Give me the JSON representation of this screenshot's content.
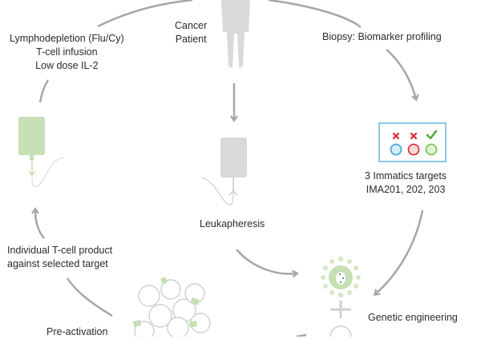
{
  "diagram": {
    "type": "process-cycle",
    "steps": {
      "patient": {
        "lines": [
          "Cancer",
          "Patient"
        ]
      },
      "biopsy": {
        "lines": [
          "Biopsy: Biomarker profiling"
        ]
      },
      "targets": {
        "lines": [
          "3 Immatics targets",
          "IMA201, 202, 203"
        ],
        "marks": [
          "cross",
          "cross",
          "check"
        ],
        "circle_colors": [
          "#4aa8d8",
          "#d9364a",
          "#7cc35e"
        ]
      },
      "leukapheresis": {
        "lines": [
          "Leukapheresis"
        ]
      },
      "genetic_engineering": {
        "lines": [
          "Genetic engineering"
        ]
      },
      "pre_activation": {
        "lines": [
          "Pre-activation"
        ]
      },
      "tcell_product": {
        "lines": [
          "Individual T-cell product",
          "against selected target"
        ]
      },
      "infusion": {
        "lines": [
          "Lymphodepletion (Flu/Cy)",
          "T-cell infusion",
          "Low dose IL-2"
        ]
      }
    },
    "colors": {
      "arrow": "#a6a6a6",
      "silhouette": "#d9d9d9",
      "green": "#c5e0b4",
      "cross": "#e0263a",
      "check": "#5aa83a",
      "box_border": "#8cc8e6"
    }
  }
}
